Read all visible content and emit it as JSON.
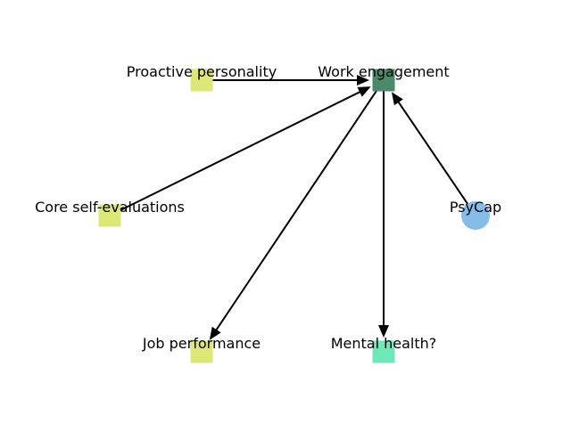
{
  "diagram": {
    "nodes": [
      {
        "id": "proactive",
        "label": "Proactive personality",
        "shape": "square",
        "color": "#dce775"
      },
      {
        "id": "engagement",
        "label": "Work engagement",
        "shape": "square",
        "color": "#4a8a6a"
      },
      {
        "id": "cse",
        "label": "Core self-evaluations",
        "shape": "square",
        "color": "#dce775"
      },
      {
        "id": "psycap",
        "label": "PsyCap",
        "shape": "circle",
        "color": "#85bde8"
      },
      {
        "id": "performance",
        "label": "Job performance",
        "shape": "square",
        "color": "#dce775"
      },
      {
        "id": "mental",
        "label": "Mental health?",
        "shape": "square",
        "color": "#6ee8b8"
      }
    ],
    "edges": [
      {
        "from": "proactive",
        "to": "engagement"
      },
      {
        "from": "cse",
        "to": "engagement"
      },
      {
        "from": "psycap",
        "to": "engagement"
      },
      {
        "from": "engagement",
        "to": "performance"
      },
      {
        "from": "engagement",
        "to": "mental"
      }
    ],
    "edge_color": "#000000"
  }
}
